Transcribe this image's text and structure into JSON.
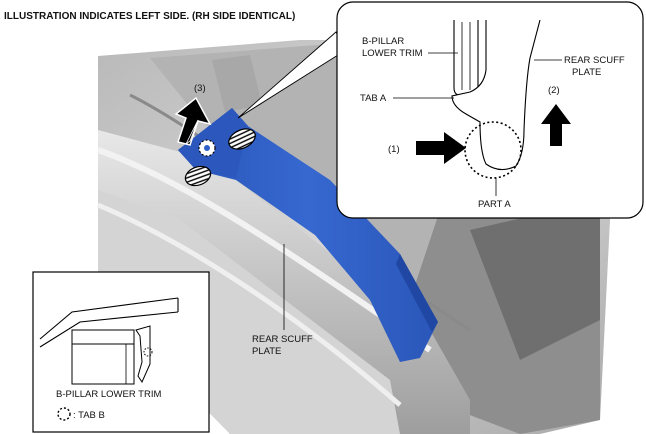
{
  "header": {
    "title": "ILLUSTRATION INDICATES LEFT SIDE. (RH SIDE IDENTICAL)"
  },
  "main_view": {
    "label_rear_scuff_plate_line1": "REAR SCUFF",
    "label_rear_scuff_plate_line2": "PLATE",
    "step3": "(3)"
  },
  "detail_view": {
    "label_b_pillar_line1": "B-PILLAR",
    "label_b_pillar_line2": "LOWER TRIM",
    "label_rear_scuff_line1": "REAR SCUFF",
    "label_rear_scuff_line2": "PLATE",
    "label_tab_a": "TAB A",
    "step1": "(1)",
    "step2": "(2)",
    "label_part_a": "PART A"
  },
  "inset_view": {
    "label_b_pillar": "B-PILLAR LOWER TRIM",
    "legend_tab_b": ": TAB B"
  },
  "colors": {
    "scuff_plate_blue": "#2f5fc4",
    "body_gray": "#c9c9c9",
    "arrow_black": "#000000"
  }
}
